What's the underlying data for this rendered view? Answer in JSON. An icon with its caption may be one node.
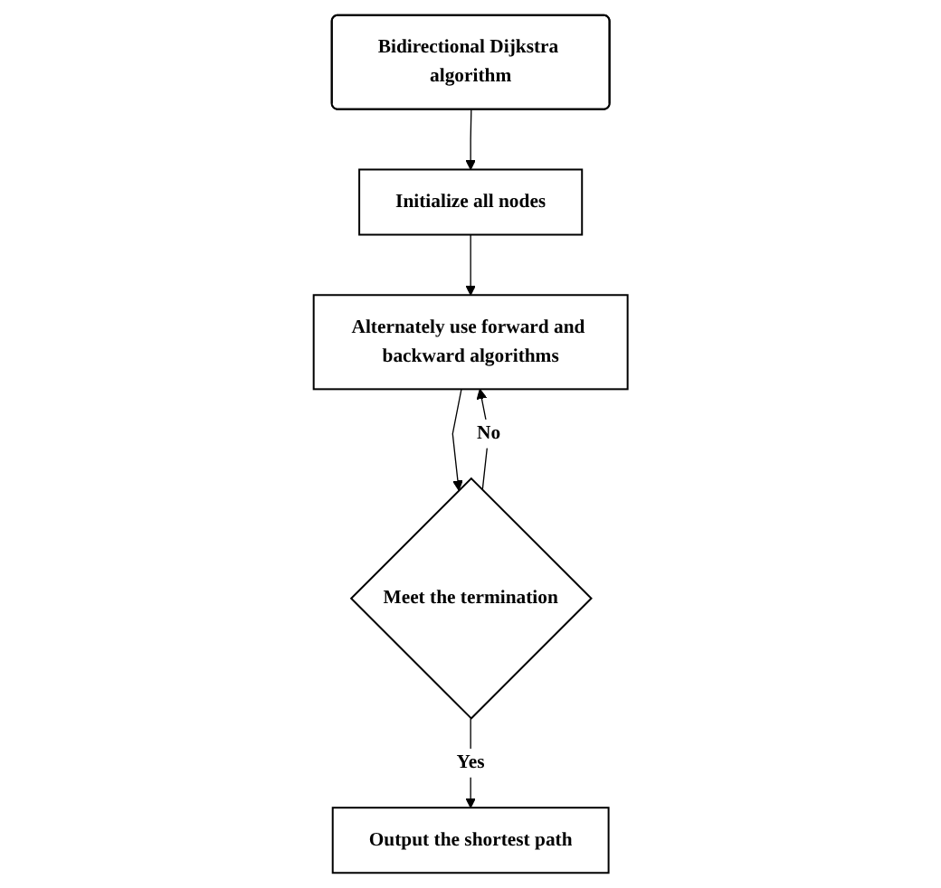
{
  "diagram": {
    "nodes": [
      {
        "text": [
          "Bidirectional Dijkstra algorithm"
        ]
      },
      {
        "text": [
          "Initialize all nodes"
        ]
      },
      {
        "text": [
          "Alternately use forward and backward algorithms"
        ]
      },
      {
        "text": [
          "Meet the termination"
        ]
      },
      {
        "text": [
          "Output the shortest path"
        ]
      }
    ],
    "edges": [
      {
        "from": 0,
        "to": 1,
        "arrow": "to"
      },
      {
        "from": 1,
        "to": 2,
        "arrow": "to"
      },
      {
        "from": 2,
        "to": 3,
        "arrow": "to"
      },
      {
        "from": 3,
        "to": 4,
        "arrow": "to",
        "label": "Yes"
      },
      {
        "from": 3,
        "to": 2,
        "arrow": "to",
        "label": "No"
      }
    ]
  }
}
